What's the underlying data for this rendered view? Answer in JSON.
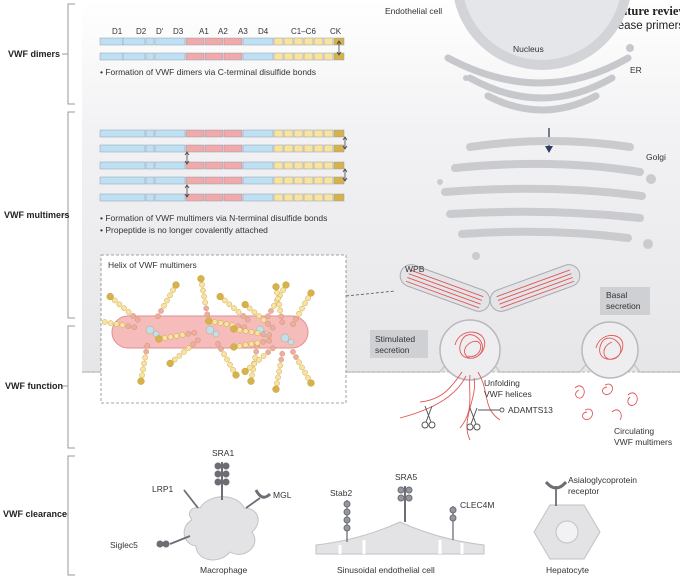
{
  "brand": {
    "line1": "nature reviews",
    "line2": "disease primers"
  },
  "sections": {
    "dimers": "VWF dimers",
    "multimers": "VWF multimers",
    "function": "VWF function",
    "clearance": "VWF clearance"
  },
  "domains": [
    "D1",
    "D2",
    "D'",
    "D3",
    "A1",
    "A2",
    "A3",
    "D4",
    "C1–C6",
    "CK"
  ],
  "notes": {
    "dimers": "Formation of VWF dimers via C-terminal disulfide bonds",
    "multimers_1": "Formation of VWF multimers via N-terminal disulfide bonds",
    "multimers_2": "Propeptide is no longer covalently attached"
  },
  "helix_title": "Helix of VWF multimers",
  "cell": {
    "endothelial_cell": "Endothelial cell",
    "nucleus": "Nucleus",
    "er": "ER",
    "golgi": "Golgi",
    "wpb": "WPB",
    "basal_secretion_1": "Basal",
    "basal_secretion_2": "secretion",
    "stimulated_secretion_1": "Stimulated",
    "stimulated_secretion_2": "secretion",
    "unfolding_1": "Unfolding",
    "unfolding_2": "VWF helices",
    "adamts13": "ADAMTS13",
    "circulating_1": "Circulating",
    "circulating_2": "VWF multimers"
  },
  "clearance": {
    "sra1": "SRA1",
    "lrp1": "LRP1",
    "mgl": "MGL",
    "siglec5": "Siglec5",
    "macrophage": "Macrophage",
    "stab2": "Stab2",
    "sra5": "SRA5",
    "clec4m": "CLEC4M",
    "sinusoidal": "Sinusoidal endothelial cell",
    "asgr_1": "Asialoglycoprotein",
    "asgr_2": "receptor",
    "hepatocyte": "Hepatocyte"
  },
  "colors": {
    "d_domain": "#bfe0f2",
    "a_domain": "#f2a9a9",
    "c_domain": "#fbe29e",
    "ck_domain": "#d7b24a",
    "cell_grey": "#e4e4e6",
    "organelle": "#cfd0d4",
    "helix_red": "#e05757"
  }
}
